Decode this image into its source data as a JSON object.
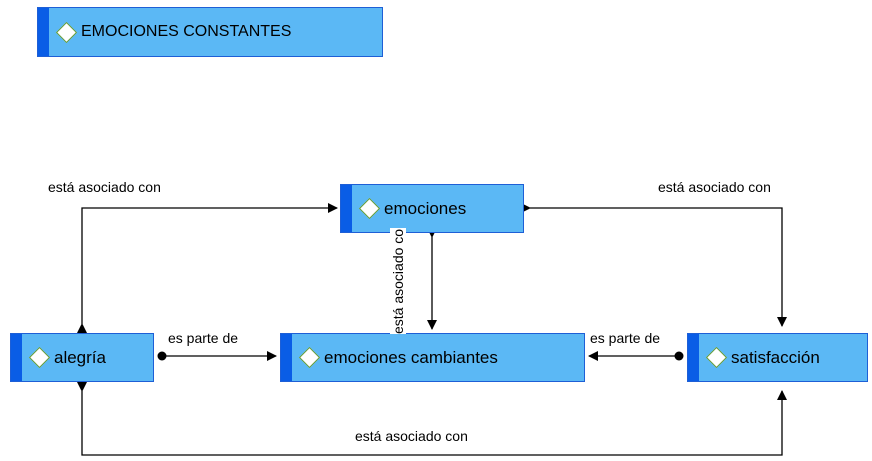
{
  "title_node": "EMOCIONES CONSTANTES",
  "nodes": {
    "emociones": "emociones",
    "alegria": "alegría",
    "cambiantes": "emociones cambiantes",
    "satisfaccion": "satisfacción"
  },
  "edges": {
    "top_left": "está asociado con",
    "top_right": "está asociado con",
    "vertical": "está asociado con",
    "left_part": "es parte de",
    "right_part": "es parte de",
    "bottom": "está asociado con"
  },
  "colors": {
    "node_fill": "#5bb8f5",
    "node_border": "#1e5fd6",
    "node_stripe": "#0a5de6",
    "diamond_border": "#5f9a34",
    "connector": "#000000"
  }
}
